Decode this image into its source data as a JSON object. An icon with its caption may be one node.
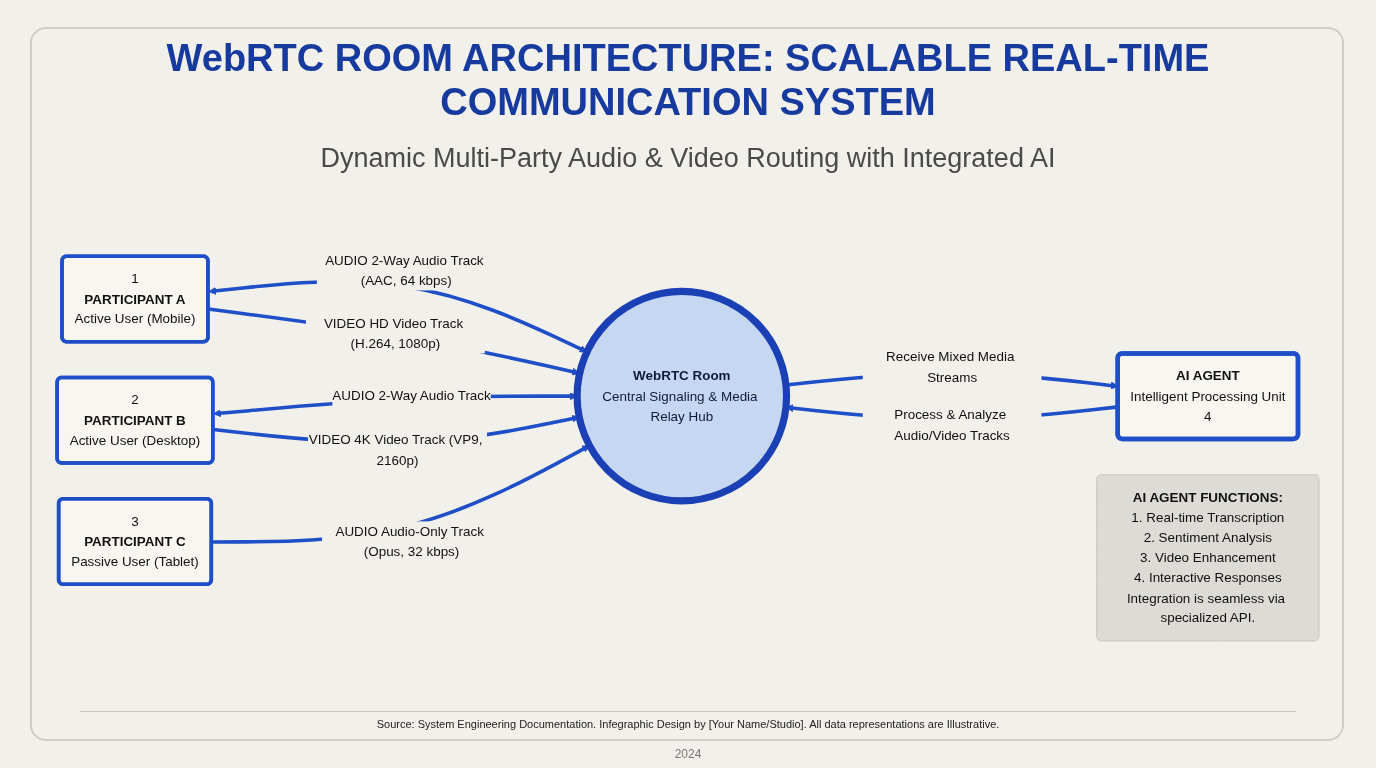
{
  "diagram": {
    "title": "WebRTC ROOM ARCHITECTURE: SCALABLE REAL-TIME COMMUNICATION SYSTEM",
    "caption": "Source: System Engineering Documentation. Infegraphic Design by [Your Name/Studio]. All data representations are Illustrative.",
    "nodes": [
      {
        "text": [
          "1",
          "PARTICIPANT A",
          "Active User (Mobile)"
        ]
      },
      {
        "text": [
          "2",
          "PARTICIPANT B",
          "Active User (Desktop)"
        ]
      },
      {
        "text": [
          "3",
          "PARTICIPANT C",
          "Passive User (Tablet)"
        ]
      },
      {
        "text": [
          "WebRTC Room",
          "Central Signaling & Media Relay Hub"
        ]
      },
      {
        "text": [
          "AI AGENT",
          "Intelligent Processing Unit",
          "4"
        ]
      },
      {
        "text": [
          "AI AGENT FUNCTIONS:",
          "1. Real-time Transcription",
          "2. Sentiment Analysis",
          "3. Video Enhancement",
          "4. Interactive Responses",
          "Integration is seamless via specialized API."
        ]
      }
    ],
    "edges": [
      {
        "from": 0,
        "to": 3,
        "arrow": "both",
        "label": "AUDIO 2-Way Audio Track (AAC, 64 kbps)"
      },
      {
        "from": 0,
        "to": 3,
        "arrow": "to",
        "label": "VIDEO HD Video Track (H.264, 1080p)"
      },
      {
        "from": 1,
        "to": 3,
        "arrow": "both",
        "label": "AUDIO 2-Way Audio Track"
      },
      {
        "from": 1,
        "to": 3,
        "arrow": "to",
        "label": "VIDEO 4K Video Track (VP9, 2160p)"
      },
      {
        "from": 2,
        "to": 3,
        "arrow": "to",
        "label": "AUDIO Audio-Only Track (Opus, 32 kbps)"
      },
      {
        "from": 4,
        "to": 3,
        "arrow": "to",
        "label": "Process & Analyze Audio/Video Tracks"
      },
      {
        "from": 3,
        "to": 4,
        "arrow": "to",
        "label": "Receive Mixed Media Streams"
      }
    ],
    "labels": [
      "Dynamic Multi-Party Audio & Video Routing with Integrated AI",
      "2024"
    ]
  }
}
